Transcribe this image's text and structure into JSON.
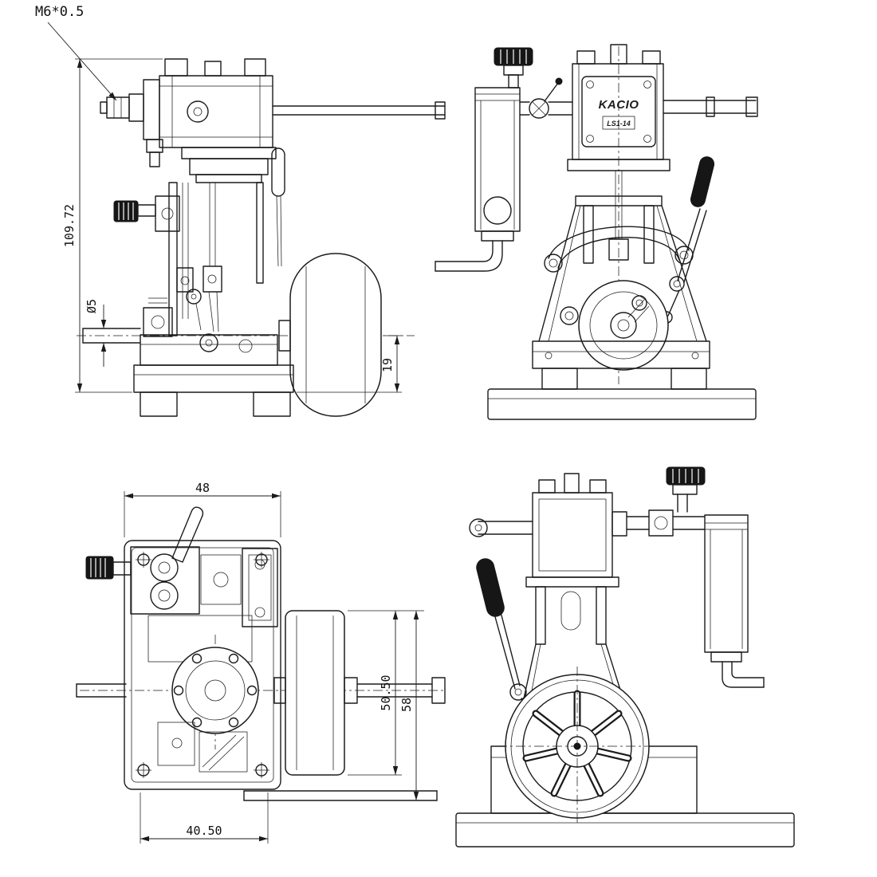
{
  "colors": {
    "ink": "#1b1b1b",
    "paper": "#ffffff"
  },
  "labels": {
    "thread_callout": "M6*0.5",
    "overall_height": "109.72",
    "shaft_diameter": "Ø5",
    "shaft_center_height": "19",
    "width_top": "48",
    "flywheel_depth": "50.50",
    "overall_depth": "58",
    "foot_spacing": "40.50",
    "brand": "KACIO",
    "model": "LS1-14"
  }
}
